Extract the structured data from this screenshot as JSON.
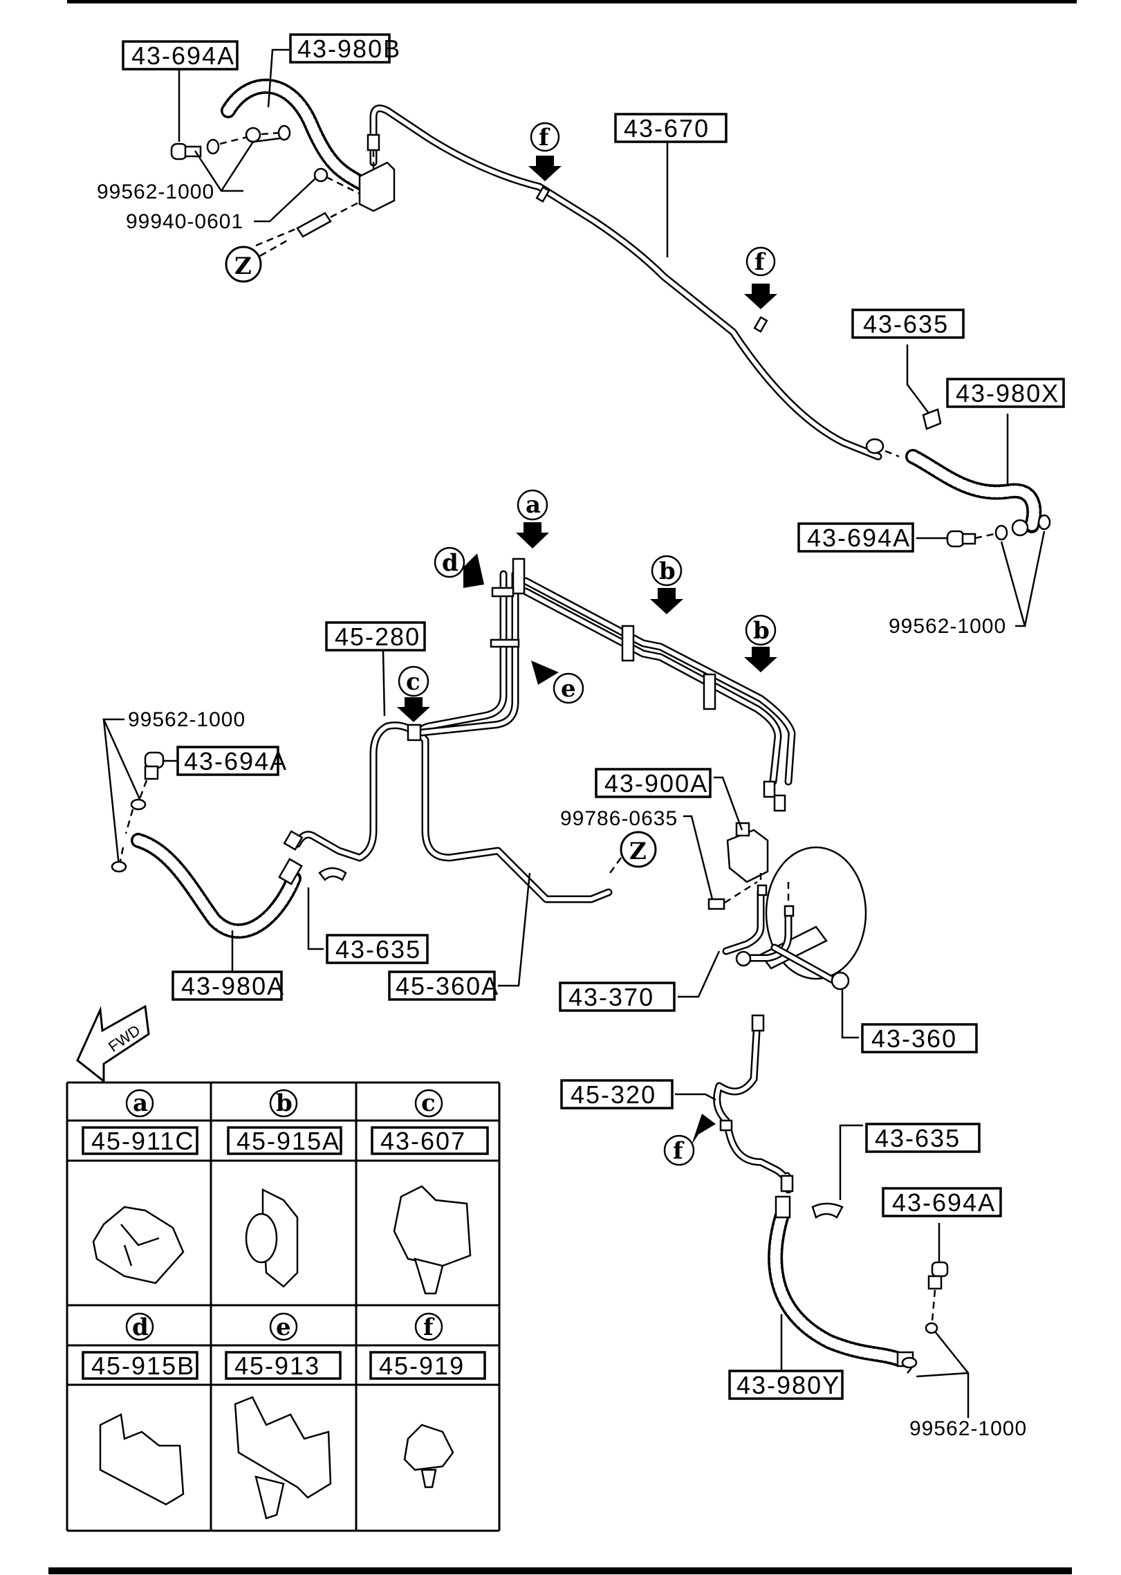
{
  "diagram": {
    "title": "Brake lines",
    "fwd_label": "FWD",
    "part_labels": {
      "banjo_bolt_front_left": "43-694A",
      "hose_front_left": "43-980B",
      "washer_front_left": "99562-1000",
      "bolt_front_left": "99940-0601",
      "z_top": "Z",
      "pipe_main": "43-670",
      "clip_f1": "f",
      "clip_f2": "f",
      "clip_top_right": "43-635",
      "hose_top_right": "43-980X",
      "banjo_bolt_top_right": "43-694A",
      "washer_top_right": "99562-1000",
      "clip_a": "a",
      "clip_d": "d",
      "clip_b1": "b",
      "clip_b2": "b",
      "clip_e": "e",
      "clip_c": "c",
      "pipe_45_280": "45-280",
      "washer_left": "99562-1000",
      "banjo_bolt_left": "43-694A",
      "clip_left": "43-635",
      "hose_left": "43-980A",
      "pipe_45_360a": "45-360A",
      "valve": "43-900A",
      "bolt_valve": "99786-0635",
      "z_mid": "Z",
      "pipe_43_370": "43-370",
      "pipe_43_360": "43-360",
      "pipe_45_320": "45-320",
      "clip_f3": "f",
      "clip_bottom_right": "43-635",
      "banjo_bolt_bottom_right": "43-694A",
      "hose_bottom_right": "43-980Y",
      "washer_bottom_right": "99562-1000"
    },
    "legend": [
      {
        "key": "a",
        "part": "45-911C"
      },
      {
        "key": "b",
        "part": "45-915A"
      },
      {
        "key": "c",
        "part": "43-607"
      },
      {
        "key": "d",
        "part": "45-915B"
      },
      {
        "key": "e",
        "part": "45-913"
      },
      {
        "key": "f",
        "part": "45-919"
      }
    ]
  }
}
